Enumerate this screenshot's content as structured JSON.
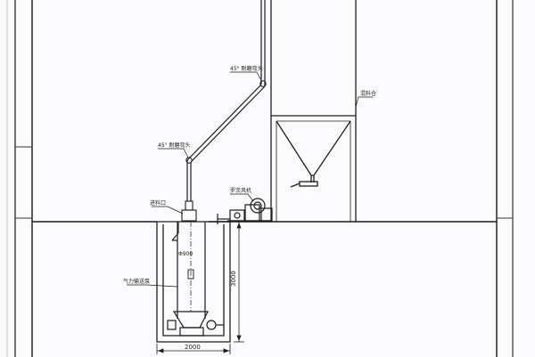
{
  "labels": {
    "elbow_upper": "45° 耐磨弯头",
    "elbow_lower": "45° 耐磨弯头",
    "silo": "混料仓",
    "blower": "罗茨风机",
    "inlet": "进料口",
    "diameter": "Φ900",
    "pump": "气力输送泵",
    "height_dim": "3000",
    "width_dim": "2000"
  },
  "colors": {
    "line": "#1c1c1c",
    "paper": "#fbfbfd",
    "frame": "#333333"
  }
}
